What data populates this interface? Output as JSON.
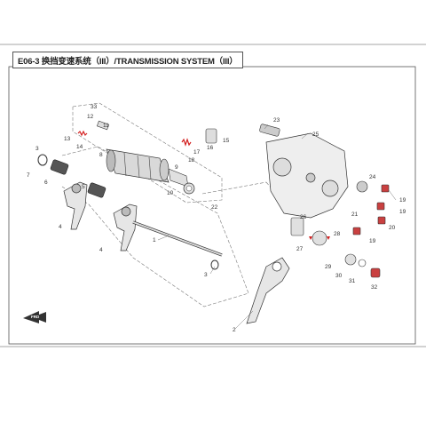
{
  "title": "E06-3 换挡变速系统（III）/TRANSMISSION SYSTEM（III）",
  "forward_marker": "FRD",
  "callouts": [
    "1",
    "2",
    "3",
    "3",
    "4",
    "4",
    "5",
    "6",
    "7",
    "8",
    "9",
    "10",
    "11",
    "12",
    "13",
    "14",
    "15",
    "16",
    "17",
    "18",
    "19",
    "19",
    "19",
    "20",
    "21",
    "22",
    "23",
    "24",
    "25",
    "26",
    "27",
    "28",
    "29",
    "30",
    "31",
    "32",
    "33"
  ],
  "colors": {
    "line": "#444444",
    "red": "#d32020",
    "metal": "#cfcfcf",
    "dark": "#2a2a2a"
  }
}
